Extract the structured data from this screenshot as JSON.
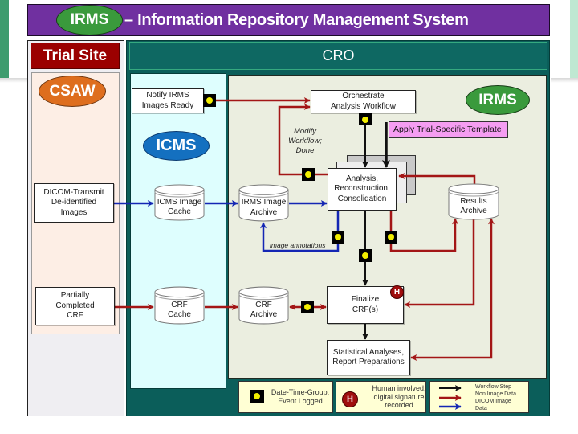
{
  "colors": {
    "banner_purple": "#7030A0",
    "badge_green": "#3A9A3C",
    "trial_red": "#9B0000",
    "cro_teal": "#0B5E5A",
    "cro_border": "#35A97F",
    "site_peach": "#FDEEE5",
    "site_gray": "#EFEEF2",
    "icms_cyan": "#DEFEFE",
    "irms_beige": "#EBEEE0",
    "csaw_orange": "#DE6E1E",
    "icms_blue": "#1470C0",
    "template_pink": "#F59DF2",
    "workflow_black": "#111111",
    "non_image_red": "#A31616",
    "dicom_blue": "#1426B4",
    "dtg_yellow": "#F2EE00",
    "human_red": "#A00E0E",
    "legend_yellow": "#FFFFD4"
  },
  "banner": {
    "badge": "IRMS",
    "title": "– Information Repository Management System"
  },
  "columns": {
    "trial_site": "Trial Site",
    "cro": "CRO"
  },
  "systems": {
    "csaw": "CSAW",
    "icms": "ICMS",
    "irms": "IRMS"
  },
  "nodes": {
    "notify": [
      "Notify IRMS",
      "Images Ready"
    ],
    "orchestrate": [
      "Orchestrate",
      "Analysis Workflow"
    ],
    "template": "Apply Trial-Specific Template",
    "analysis": [
      "Analysis,",
      "Reconstruction,",
      "Consolidation"
    ],
    "dicom": [
      "DICOM-Transmit",
      "De-identified",
      "Images"
    ],
    "icms_cache": [
      "ICMS Image",
      "Cache"
    ],
    "irms_archive": [
      "IRMS Image",
      "Archive"
    ],
    "results_archive": [
      "Results",
      "Archive"
    ],
    "partial_crf": [
      "Partially",
      "Completed",
      "CRF"
    ],
    "crf_cache": [
      "CRF",
      "Cache"
    ],
    "crf_archive": [
      "CRF",
      "Archive"
    ],
    "finalize": [
      "Finalize",
      "CRF(s)"
    ],
    "stats": [
      "Statistical Analyses,",
      "Report Preparations"
    ]
  },
  "annotations": {
    "modify": [
      "Modify",
      "Workflow;",
      "Done"
    ],
    "image_annotations": "image annotations"
  },
  "markers": {
    "human": "H"
  },
  "legend": {
    "dtg": [
      "Date-Time-Group,",
      "Event Logged"
    ],
    "human": [
      "Human involved,",
      "digital signature",
      "recorded"
    ],
    "arrows": [
      "Workflow Step",
      "Non Image Data",
      "DICOM Image",
      "Data"
    ]
  }
}
